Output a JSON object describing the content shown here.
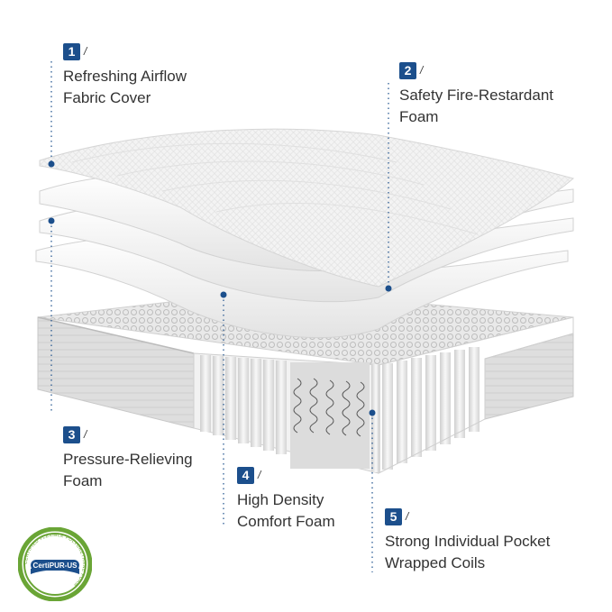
{
  "callouts": [
    {
      "number": "1",
      "line1": "Refreshing Airflow",
      "line2": "Fabric Cover"
    },
    {
      "number": "2",
      "line1": "Safety Fire-Restardant",
      "line2": "Foam"
    },
    {
      "number": "3",
      "line1": "Pressure-Relieving",
      "line2": "Foam"
    },
    {
      "number": "4",
      "line1": "High Density",
      "line2": "Comfort Foam"
    },
    {
      "number": "5",
      "line1": "Strong Individual Pocket",
      "line2": "Wrapped Coils"
    }
  ],
  "slash": "/",
  "certification": {
    "text": "CertiPUR-US",
    "ring_text": "CERTIFIED FLEXIBLE POLYURETHANE FOAM"
  },
  "colors": {
    "badge": "#1c4f8c",
    "text": "#333333",
    "cert_green": "#6aa536",
    "cert_blue": "#1c4f8c"
  }
}
